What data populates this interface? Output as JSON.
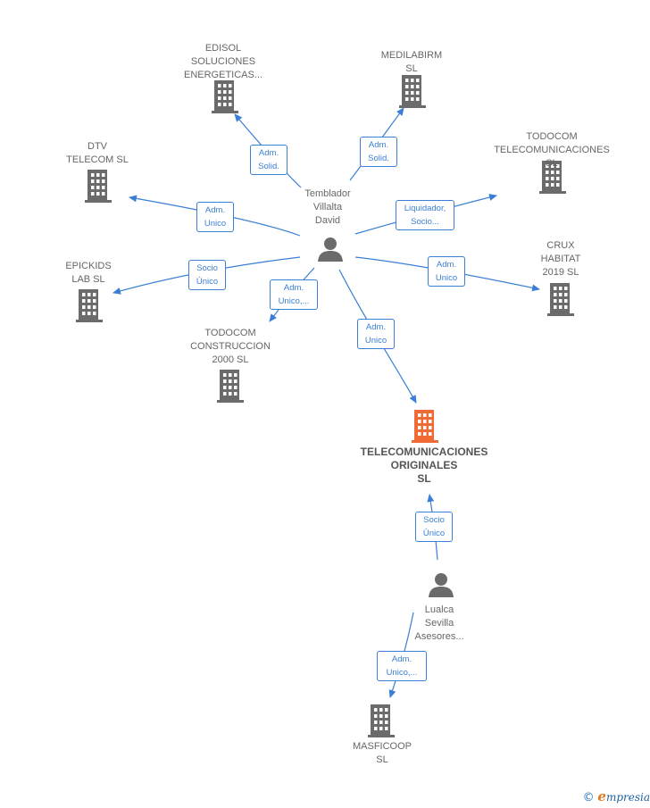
{
  "colors": {
    "edge": "#3a7fd5",
    "node_default": "#6b6b6b",
    "node_highlight": "#f06a35",
    "label_text": "#666666"
  },
  "nodes": [
    {
      "id": "edisol",
      "type": "company",
      "label": "EDISOL\nSOLUCIONES\nENERGETICAS..."
    },
    {
      "id": "medilabirm",
      "type": "company",
      "label": "MEDILABIRM\nSL"
    },
    {
      "id": "dtv",
      "type": "company",
      "label": "DTV\nTELECOM SL"
    },
    {
      "id": "todocom_tel",
      "type": "company",
      "label": "TODOCOM\nTELECOMUNICACIONES SL"
    },
    {
      "id": "temblador",
      "type": "person",
      "label": "Temblador\nVillalta\nDavid"
    },
    {
      "id": "epickids",
      "type": "company",
      "label": "EPICKIDS\nLAB  SL"
    },
    {
      "id": "crux",
      "type": "company",
      "label": "CRUX\nHABITAT\n2019  SL"
    },
    {
      "id": "todocom_con",
      "type": "company",
      "label": "TODOCOM\nCONSTRUCCION\n2000  SL"
    },
    {
      "id": "telecom_orig",
      "type": "company",
      "highlight": true,
      "label": "TELECOMUNICACIONES\nORIGINALES\nSL"
    },
    {
      "id": "lualca",
      "type": "person",
      "label": "Lualca\nSevilla\nAsesores..."
    },
    {
      "id": "masficoop",
      "type": "company",
      "label": "MASFICOOP\nSL"
    }
  ],
  "edges": [
    {
      "from": "temblador",
      "to": "edisol",
      "label": "Adm.\nSolid."
    },
    {
      "from": "temblador",
      "to": "medilabirm",
      "label": "Adm.\nSolid."
    },
    {
      "from": "temblador",
      "to": "dtv",
      "label": "Adm.\nUnico"
    },
    {
      "from": "temblador",
      "to": "todocom_tel",
      "label": "Liquidador,\nSocio..."
    },
    {
      "from": "temblador",
      "to": "epickids",
      "label": "Socio\nÚnico"
    },
    {
      "from": "temblador",
      "to": "crux",
      "label": "Adm.\nUnico"
    },
    {
      "from": "temblador",
      "to": "todocom_con",
      "label": "Adm.\nUnico,..."
    },
    {
      "from": "temblador",
      "to": "telecom_orig",
      "label": "Adm.\nUnico"
    },
    {
      "from": "lualca",
      "to": "telecom_orig",
      "label": "Socio\nÚnico"
    },
    {
      "from": "lualca",
      "to": "masficoop",
      "label": "Adm.\nUnico,..."
    }
  ],
  "footer": {
    "copyright_symbol": "©",
    "brand_initial": "e",
    "brand_rest": "mpresia"
  }
}
